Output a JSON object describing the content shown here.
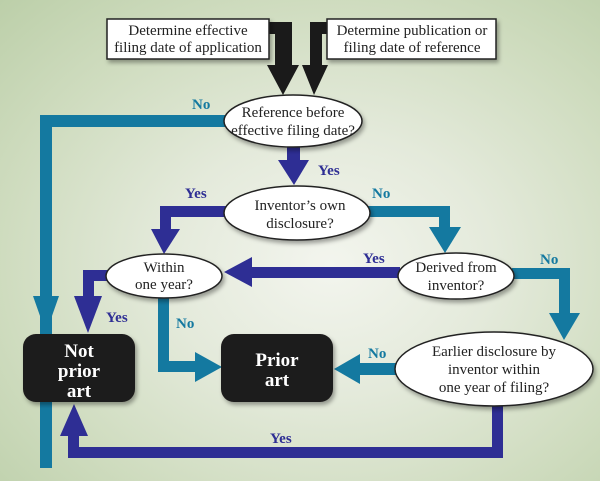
{
  "colors": {
    "yes_arrow": "#2e2e94",
    "no_arrow": "#1479a0",
    "input_arrow": "#1a1a1a",
    "terminal_fill": "#1e1a1a",
    "decision_fill": "#ffffff",
    "background": "#dfe7d4"
  },
  "inputs": [
    {
      "lines": [
        "Determine effective",
        "filing date of application"
      ]
    },
    {
      "lines": [
        "Determine publication or",
        "filing date of reference"
      ]
    }
  ],
  "decisions": {
    "reference_before": {
      "lines": [
        "Reference before",
        "effective filing date?"
      ]
    },
    "inventors_own": {
      "lines": [
        "Inventor’s own",
        "disclosure?"
      ]
    },
    "within_one_year": {
      "lines": [
        "Within",
        "one year?"
      ]
    },
    "derived_from": {
      "lines": [
        "Derived from",
        "inventor?"
      ]
    },
    "earlier_disclosure": {
      "lines": [
        "Earlier disclosure by",
        "inventor within",
        "one year of filing?"
      ]
    }
  },
  "terminals": {
    "not_prior_art": {
      "lines": [
        "Not",
        "prior",
        "art"
      ]
    },
    "prior_art": {
      "lines": [
        "Prior",
        "art"
      ]
    }
  },
  "edge_labels": {
    "ref_no": "No",
    "ref_yes": "Yes",
    "own_yes": "Yes",
    "own_no": "No",
    "derived_yes": "Yes",
    "derived_no": "No",
    "within_yes": "Yes",
    "within_no": "No",
    "earlier_no": "No",
    "earlier_yes": "Yes"
  }
}
